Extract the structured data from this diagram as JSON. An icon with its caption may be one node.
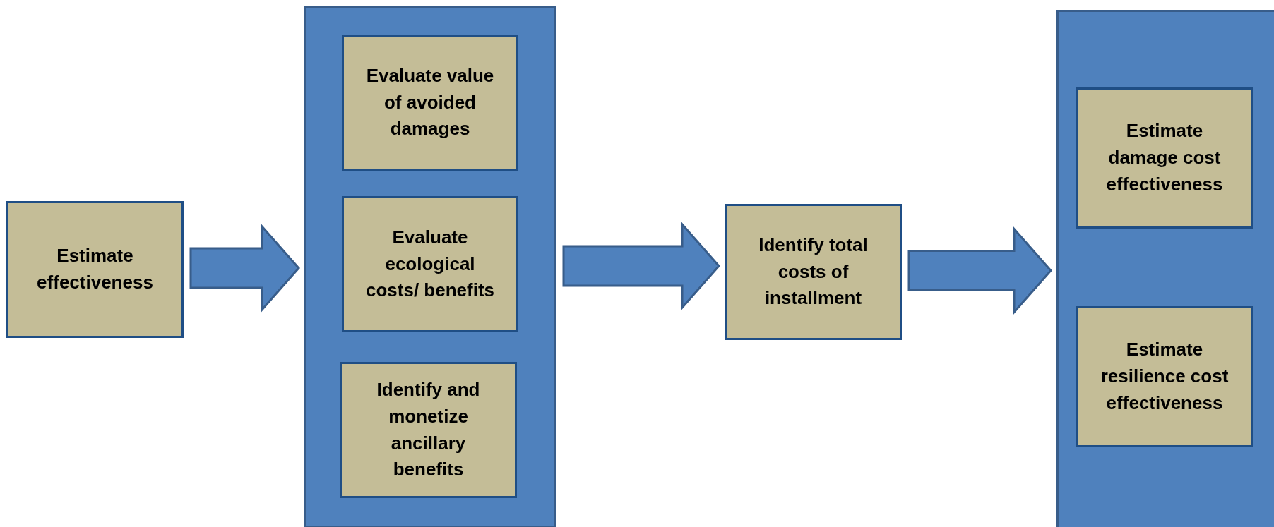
{
  "diagram": {
    "nodes": [
      {
        "text": [
          "Estimate effectiveness"
        ]
      },
      {
        "text": [],
        "shape": "box"
      },
      {
        "text": [
          "Evaluate value of avoided damages"
        ],
        "in": 1
      },
      {
        "text": [
          "Evaluate ecological costs/ benefits"
        ],
        "in": 1
      },
      {
        "text": [
          "Identify and monetize ancillary benefits"
        ],
        "in": 1
      },
      {
        "text": [
          "Identify total costs of installment"
        ]
      },
      {
        "text": [],
        "shape": "box"
      },
      {
        "text": [
          "Estimate damage cost effectiveness"
        ],
        "in": 6
      },
      {
        "text": [
          "Estimate resilience cost effectiveness"
        ],
        "in": 6
      }
    ],
    "edges": [
      {
        "from": 0,
        "to": 1,
        "arrow": "to"
      },
      {
        "from": 1,
        "to": 5,
        "arrow": "to"
      },
      {
        "from": 5,
        "to": 6,
        "arrow": "to"
      }
    ]
  }
}
